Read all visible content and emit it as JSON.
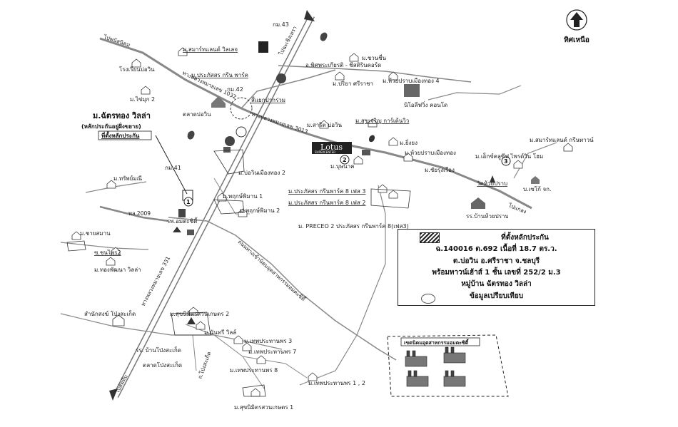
{
  "north": {
    "label": "ทิศเหนือ",
    "icon": "north-arrow-icon"
  },
  "roads": {
    "hwy331": "ทางหลวงหมายเลข 331",
    "hwy3013": "ทางหลวงหมายเลข 3013",
    "hwy1032": "ทางหลวงหมายเลข 1032",
    "hwy2009": "ทล.2009",
    "to_chachoengsao": "ไปฉะเชิงเทรา",
    "to_phanat": "ไปพนัสนิคม",
    "to_sattahip": "ไปสัตหีบ",
    "to_klaeng": "ไปแกลง",
    "to_estate": "ถนนทางเข้านิคมอุตสาหกรรมอมตะซิตี้"
  },
  "places": {
    "km43": "กม.43",
    "smart_land_villa": "ม.สมาร์ทแลนด์ วิลเลจ",
    "school_bowin": "โรงเรียนบ่อวิน",
    "prasertsorn_green_park": "ม.ประภัสสร กรีน พาร์ค",
    "km42": "กม.42",
    "khrua_ruam_junction": "สี่แยกปากร่วม",
    "market_bowin": "ตลาดบ่อวิน",
    "khuan_sin": "ม.ชวนชื่น",
    "prapriya": "ม.ปริยา ศรีราชา",
    "huai_prap4": "ม.ห้วยปราบเมืองทอง 4",
    "niko_condo": "นิโอลีฟวิ่ง คอนโด",
    "top_thai": "อ.พิศพระเกียรติ - ชีสติรินคอร์ด",
    "chatchai": "ม.ไข่มุก 2",
    "chattong_villa": "ม.ฉัตรทอง วิลล่า",
    "chattong_sub": "(หลักประกันอยู่ฝั่งขยาย)",
    "collateral_site": "ที่ตั้งหลักประกัน",
    "km41": "กม.41",
    "bowin_muangthong2": "ม.บ่อวินเมืองทอง 2",
    "sarit": "ม.สาริต บ่อวิน",
    "suksan_garden": "ม.สุขเจริญ การ์เด้นวิว",
    "lotus": "Lotus",
    "lotus_sub": "SUPERCENTER",
    "yingyong": "ม.ยิ่งยง",
    "huai_prap_muangthong": "ม.ห้วยปราบเมืองทอง",
    "bunnarat": "ม.บุษนาค",
    "chaiyarung": "ม.ชัยรุ่งเรือง",
    "smart_land_green_town": "ม.สมาร์ทแลนด์ กรีนทาวน์",
    "exclusive": "ม.เอ็กซ์คลูซีฟ ไพรด์วิน โฮม",
    "wat_huai_prap": "วัดห้วยปราบ",
    "bank_kk": "บ.เซโก้ จก.",
    "school_huai_prap": "รร.บ้านห้วยปราบ",
    "trubphimai": "ม.ทรัพย์มณี",
    "pruksa1": "ม.พฤกษ์พิมาน 1",
    "pruksa2": "ม.พฤกษ์พิมาน 2",
    "amata_hospital": "รพ.อมตะซิตี้",
    "green_park8_p3": "ม.ประภัสสร กรีนพาร์ค 8 เฟส 3",
    "green_park8_p2": "ม.ประภัสสร กรีนพาร์ค 8 เฟส 2",
    "preceo": "ม. PRECEO 2 ประภัสสร กรีนพาร์ค 8(เฟส3)",
    "chaisumrarn": "ม.ชายสมาน",
    "chonprai2": "ซ.ชนไพร2",
    "thongpattana": "ม.ทองพัฒนา วิลล่า",
    "samnak_pong": "สำนักสงฆ์ โป่งสะเก็ด",
    "sukhumvit2": "ม.สุขนิมิตรสวนเกษตร 2",
    "nantaree": "ม.นันทรี วิลล์",
    "school_pong": "รร. บ้านโป่งสะเก็ด",
    "market_pong": "ตลาดโป่งสะเก็ด",
    "thepprathan3": "ม.เทพประทานพร 3",
    "thepprathan7": "ม.เทพประทานพร 7",
    "thepprathan8": "ม.เทพประทานพร 8",
    "road_pong": "ถ.โป่งสะเก็ด",
    "thepprathan12": "ม.เทพประทานพร 1 , 2",
    "sukhumvit1": "ม.สุขนิมิตรสวนเกษตร 1",
    "estate_title": "เขตนิคมอุตสาหกรรมอมตะซิตี้",
    "marker1": "1",
    "marker2": "2",
    "marker3": "3"
  },
  "legend": {
    "title": "ที่ตั้งหลักประกัน",
    "line1": "ฉ.140016 ต.692 เนื้อที่ 18.7 ตร.ว.",
    "line2": "ต.บ่อวิน อ.ศรีราชา จ.ชลบุรี",
    "line3": "พร้อมทาวน์เฮ้าส์ 1 ชั้น เลขที่ 252/2 ม.3",
    "line4": "หมู่บ้าน ฉัตรทอง วิลล่า",
    "line5": "ข้อมูลเปรียบเทียบ"
  }
}
